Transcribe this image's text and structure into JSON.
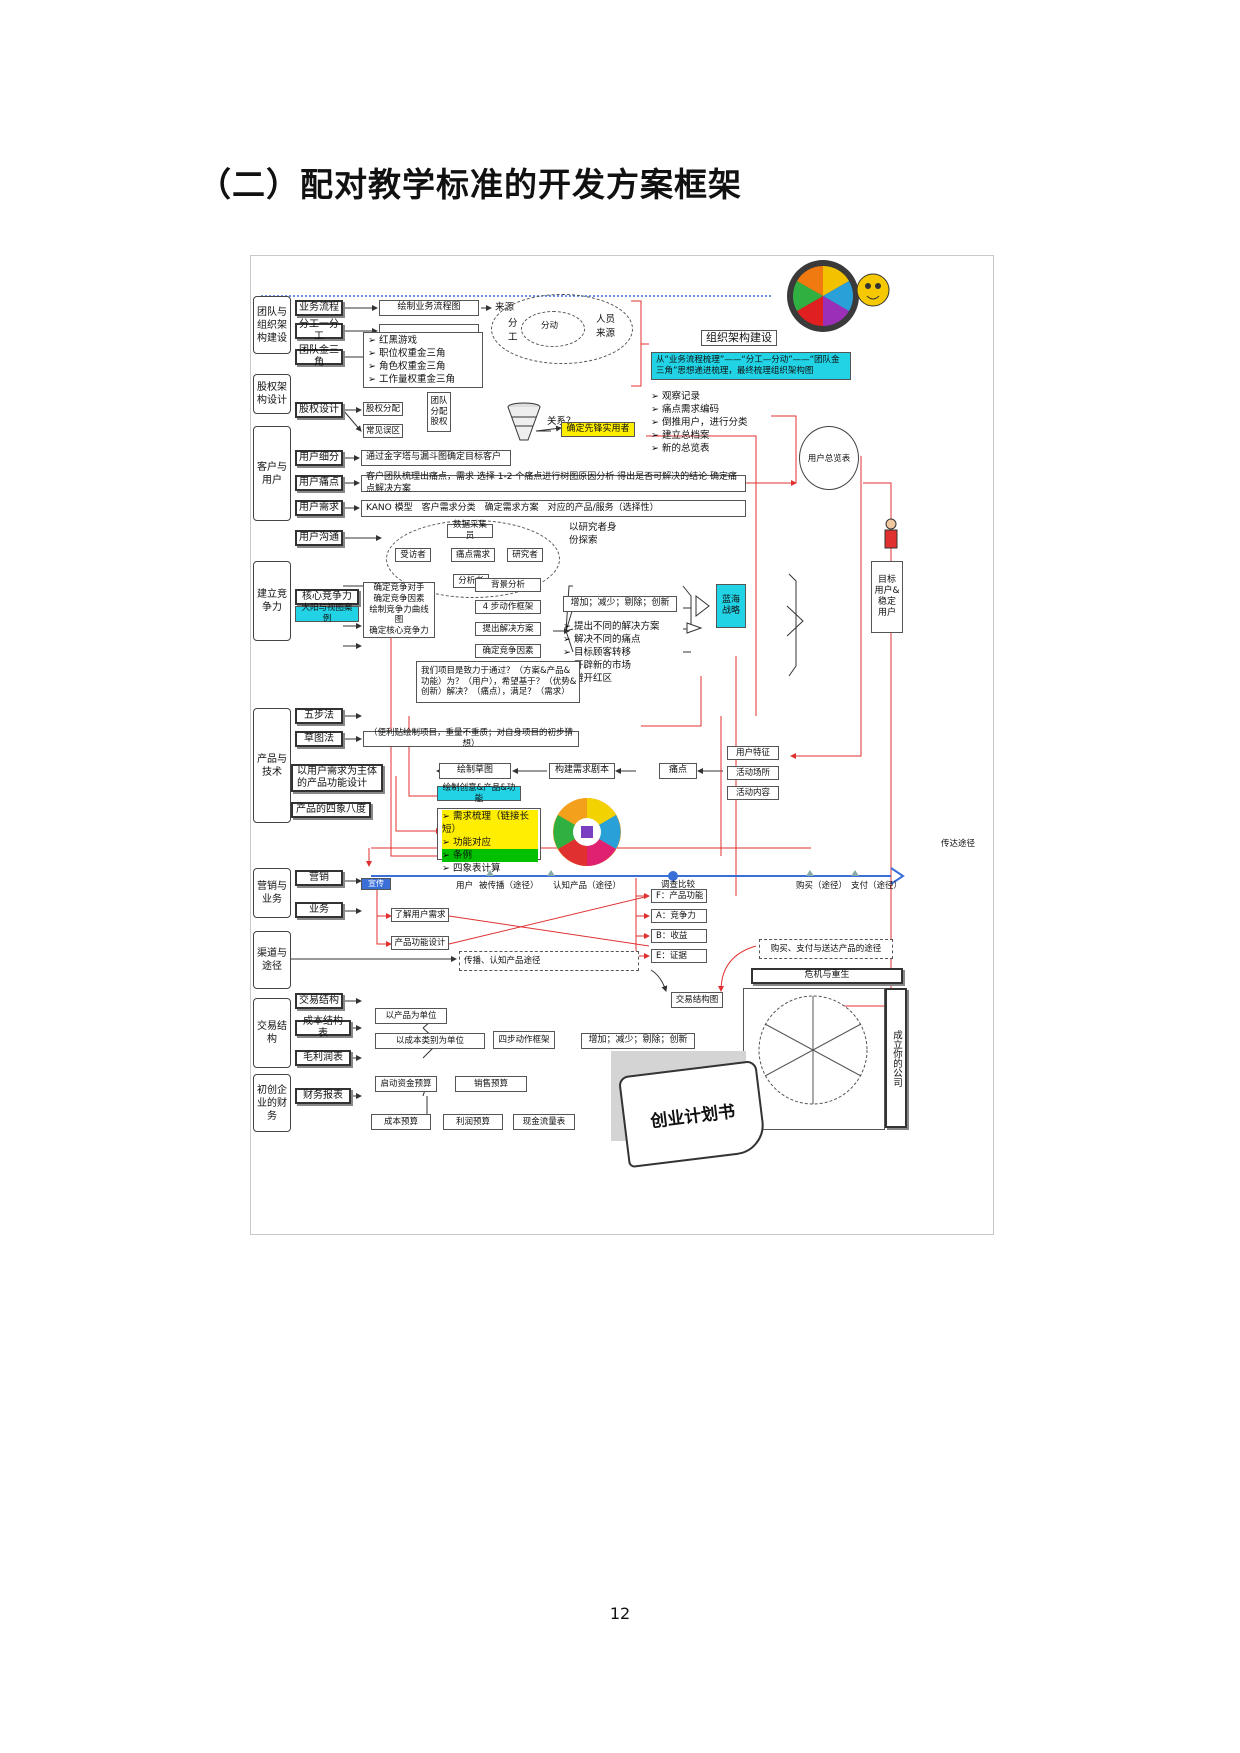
{
  "heading": "（二）配对教学标准的开发方案框架",
  "page_number": "12",
  "sections": {
    "team": "团队与组织架构建设",
    "equity": "股权架构设计",
    "customer": "客户与用户",
    "competition": "建立竞争力",
    "product": "产品与技术",
    "marketing": "营销与业务",
    "channel": "渠道与途径",
    "trade": "交易结构",
    "finance": "初创企业的财务"
  },
  "team": {
    "business_process": "业务流程",
    "division": "分工一分工",
    "triangle": "团队金三角",
    "draw_flow": "绘制业务流程图",
    "source": "来源",
    "ellipse_fen": "分",
    "ellipse_gong": "工",
    "ellipse_fendong": "分动",
    "ellipse_people": "人员",
    "ellipse_source": "来源",
    "game_items": [
      "红黑游戏",
      "职位权重金三角",
      "角色权重金三角",
      "工作量权重金三角"
    ],
    "org_build": "组织架构建设",
    "org_desc": "从“业务流程梳理”——“分工—分动”——“团队金三角”思想递进梳理，最终梳理组织架构图"
  },
  "equity": {
    "design": "股权设计",
    "equity_split": "股权分配",
    "common_issues": "常见误区",
    "team_alloc": "团队分配股权"
  },
  "customer": {
    "segment": "用户细分",
    "pain": "用户痛点",
    "need": "用户需求",
    "communicate": "用户沟通",
    "segment_desc": "通过金字塔与漏斗图确定目标客户",
    "relation": "关系？",
    "confirm_user": "确定先锋实用者",
    "pain_desc": "客户团队梳理出痛点，需求 选择 1-2 个痛点进行树图原因分析 得出是否可解决的结论 确定痛点解决方案",
    "need_desc": "KANO 模型　客户需求分类　确定需求方案　对应的产品/服务（选择性）",
    "record_items": [
      "观察记录",
      "痛点需求编码",
      "倒推用户，进行分类",
      "建立总档案",
      "新的总览表"
    ],
    "user_overview": "用户总览表",
    "data_collector": "数据采集员",
    "interviewee": "受访者",
    "pain_need": "痛点需求",
    "researcher": "研究者",
    "analyst": "分析者",
    "as_researcher": "以研究者身份探索",
    "target_user": "目标用户&稳定用户"
  },
  "competition": {
    "core": "核心竞争力",
    "case": "大阳与视图案例",
    "steps": "确定竞争对手\n确定竞争因素\n绘制竞争力曲线图\n确定核心竞争力",
    "background": "背景分析",
    "four_action": "4 步动作框架",
    "solution": "提出解决方案",
    "confirm_factor": "确定竞争因素",
    "increase": "增加；减少；剔除；创新",
    "blue_ocean": "蓝海战略",
    "result_items": [
      "提出不同的解决方案",
      "解决不同的痛点",
      "目标顾客转移",
      "开辟新的市场",
      "避开红区"
    ],
    "question": "我们项目是致力于通过？（方案&产品&功能）为？（用户），希望基于？（优势&创新）解决？（痛点），满足？（需求）"
  },
  "product": {
    "five_step": "五步法",
    "sketch": "草图法",
    "sketch_desc": "（便利贴绘制项目，重量不重质；对自身项目的初步猜想）",
    "user_centric": "以用户需求为主体的产品功能设计",
    "four_eight": "产品的四象八度",
    "draw_sketch": "绘制草图",
    "build_script": "构建需求剧本",
    "pain_point": "痛点",
    "user_feature": "用户特征",
    "scene": "活动场所",
    "content": "活动内容",
    "draw_idea": "绘制创意&产品&功能",
    "check_items": [
      "需求梳理（链接长短）",
      "功能对应",
      "条例",
      "四象表计算"
    ]
  },
  "marketing": {
    "marketing": "营销",
    "business": "业务",
    "pipeline": [
      "宣传",
      "用户",
      "被传播（途径）",
      "认知产品（途径）",
      "调查比较",
      "购买（途径）",
      "支付（途径）"
    ],
    "end_label": "传达途径",
    "know_needs": "了解用户需求",
    "design": "产品功能设计",
    "compare": [
      "F：产品功能",
      "A：竞争力",
      "B：收益",
      "E：证据"
    ],
    "spread": "传播、认知产品途径",
    "buy_pay": "购买、支付与送达产品的途径"
  },
  "trade": {
    "structure": "交易结构",
    "structure_chart": "交易结构图",
    "cost_structure": "成本结构表",
    "gross_profit": "毛利润表",
    "by_product": "以产品为单位",
    "by_cost": "以成本类别为单位",
    "four_action": "四步动作框架",
    "increase": "增加；减少；剔除；创新",
    "crisis": "危机与重生",
    "found": "成立你的公司"
  },
  "finance": {
    "report": "财务报表",
    "startup_budget": "启动资金预算",
    "sales_budget": "销售预算",
    "cost_budget": "成本预算",
    "profit_budget": "利润预算",
    "cashflow": "现金流量表"
  },
  "business_plan": "创业计划书",
  "colors": {
    "accent_red": "#e03030",
    "accent_blue": "#3b6fd8",
    "cyan": "#22d3e6",
    "yellow": "#ffee00"
  }
}
